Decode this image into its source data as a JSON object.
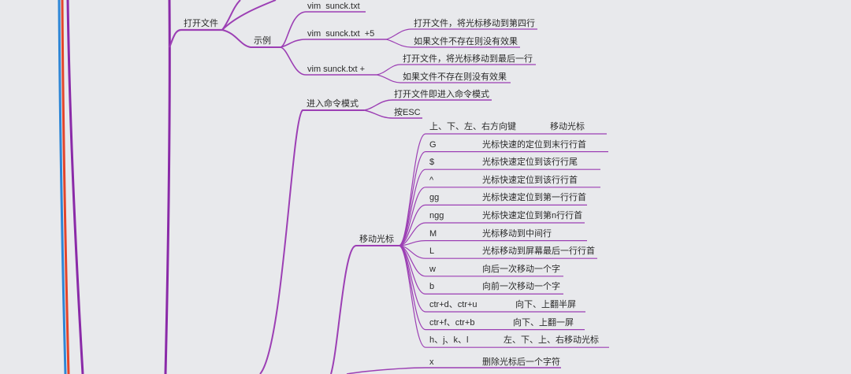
{
  "colors": {
    "background": "#e8e9ec",
    "branch": "#9c3fb4",
    "trunk_blue": "#2e86d6",
    "trunk_red": "#e3452c",
    "trunk_purple": "#8a2aa8"
  },
  "open_file": {
    "label": "打开文件",
    "examples_label": "示例",
    "ex1": "vim  sunck.txt",
    "ex2": "vim  sunck.txt  +5",
    "ex2_a": "打开文件，将光标移动到第四行",
    "ex2_b": "如果文件不存在则没有效果",
    "ex3": "vim sunck.txt +",
    "ex3_a": "打开文件，将光标移动到最后一行",
    "ex3_b": "如果文件不存在则没有效果"
  },
  "command_mode": {
    "label": "进入命令模式",
    "way1": "打开文件即进入命令模式",
    "way2": "按ESC"
  },
  "move_cursor": {
    "label": "移动光标",
    "items": [
      {
        "key": "上、下、左、右方向键",
        "desc": "移动光标"
      },
      {
        "key": "G",
        "desc": "光标快速的定位到末行行首"
      },
      {
        "key": "$",
        "desc": "光标快速定位到该行行尾"
      },
      {
        "key": "^",
        "desc": "光标快速定位到该行行首"
      },
      {
        "key": "gg",
        "desc": "光标快速定位到第一行行首"
      },
      {
        "key": "ngg",
        "desc": "光标快速定位到第n行行首"
      },
      {
        "key": "M",
        "desc": "光标移动到中间行"
      },
      {
        "key": "L",
        "desc": "光标移动到屏幕最后一行行首"
      },
      {
        "key": "w",
        "desc": "向后一次移动一个字"
      },
      {
        "key": "b",
        "desc": "向前一次移动一个字"
      },
      {
        "key": "ctr+d、ctr+u",
        "desc": "向下、上翻半屏"
      },
      {
        "key": "ctr+f、ctr+b",
        "desc": "向下、上翻一屏"
      },
      {
        "key": "h、j、k、l",
        "desc": "左、下、上、右移动光标"
      }
    ]
  },
  "delete": {
    "x_key": "x",
    "x_desc": "删除光标后一个字符"
  }
}
